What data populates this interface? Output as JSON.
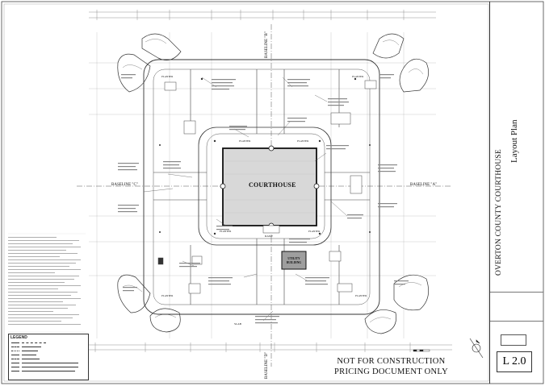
{
  "drawing": {
    "courthouse_label": "COURTHOUSE",
    "baseline_left": "BASELINE \"C\"",
    "baseline_right": "BASELINE \"A\"",
    "baseline_top": "BASELINE \"B\"",
    "baseline_bottom": "BASELINE \"D\"",
    "utility_label": "UTILITY BUILDING",
    "ramp_label": "RAMP",
    "planter_label": "PLANTER",
    "slab_label": "SLAB",
    "stamp_line1": "NOT FOR CONSTRUCTION",
    "stamp_line2": "PRICING DOCUMENT ONLY"
  },
  "title_block": {
    "sheet_title": "Layout Plan",
    "project_title": "OVERTON COUNTY COURTHOUSE",
    "sheet_number": "L 2.0"
  },
  "legend": {
    "title": "LEGEND"
  },
  "colors": {
    "ink": "#222222",
    "light_line": "#9a9a9a",
    "building_fill": "#d8d8d8",
    "utility_fill": "#9e9e9e"
  }
}
